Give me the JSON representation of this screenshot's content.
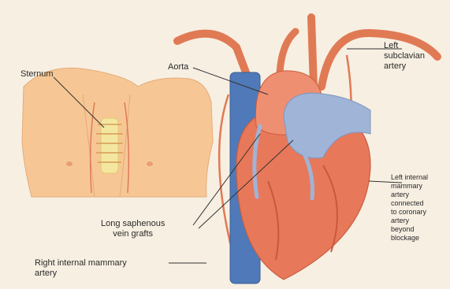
{
  "labels": {
    "sternum": "Sternum",
    "aorta": "Aorta",
    "left_subclavian": [
      "Left",
      "subclavian",
      "artery"
    ],
    "left_internal_mammary": [
      "Left internal",
      "mammary",
      "artery",
      "connected",
      "to coronary",
      "artery",
      "beyond",
      "blockage"
    ],
    "long_saphenous": [
      "Long saphenous",
      "vein grafts"
    ],
    "right_internal_mammary": [
      "Right internal mammary",
      "artery"
    ]
  },
  "colors": {
    "background": "#f7efe2",
    "artery": "#e07a55",
    "heart": "#e8785a",
    "vein": "#4f79b8",
    "graft": "#9fb4d6",
    "chest_skin": "#f6c795",
    "sternum": "#f3e7a0"
  }
}
